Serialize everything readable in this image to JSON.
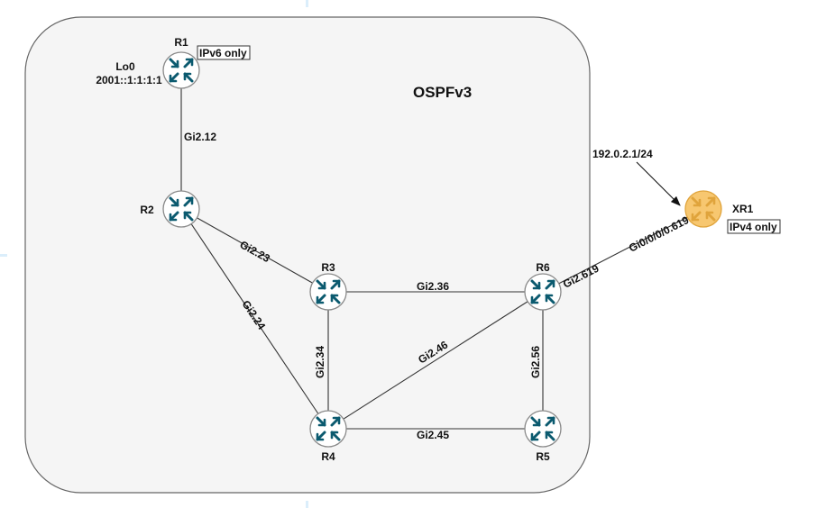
{
  "domain_title": "OSPFv3",
  "colors": {
    "cisco_router": "#0b5a6f",
    "xr_router_fill": "#f7c770",
    "xr_router_stroke": "#e0a43c",
    "area_fill": "#f5f5f5",
    "area_stroke": "#666666"
  },
  "routers": {
    "r1": {
      "name": "R1",
      "note": "IPv6 only",
      "loopback_name": "Lo0",
      "loopback_addr": "2001::1:1:1:1",
      "icon": "router-icon"
    },
    "r2": {
      "name": "R2",
      "icon": "router-icon"
    },
    "r3": {
      "name": "R3",
      "icon": "router-icon"
    },
    "r4": {
      "name": "R4",
      "icon": "router-icon"
    },
    "r5": {
      "name": "R5",
      "icon": "router-icon"
    },
    "r6": {
      "name": "R6",
      "icon": "router-icon"
    },
    "xr1": {
      "name": "XR1",
      "note": "IPv4 only",
      "icon": "router-icon"
    }
  },
  "links": {
    "r1_r2": "Gi2.12",
    "r2_r3": "Gi2.23",
    "r2_r4": "Gi2.24",
    "r3_r6": "Gi2.36",
    "r3_r4": "Gi2.34",
    "r4_r6": "Gi2.46",
    "r6_r5": "Gi2.56",
    "r4_r5": "Gi2.45",
    "r6_xr1_r6side": "Gi2.619",
    "r6_xr1_xrside": "Gi0/0/0/0.619"
  },
  "annotations": {
    "xr1_address": "192.0.2.1/24"
  }
}
